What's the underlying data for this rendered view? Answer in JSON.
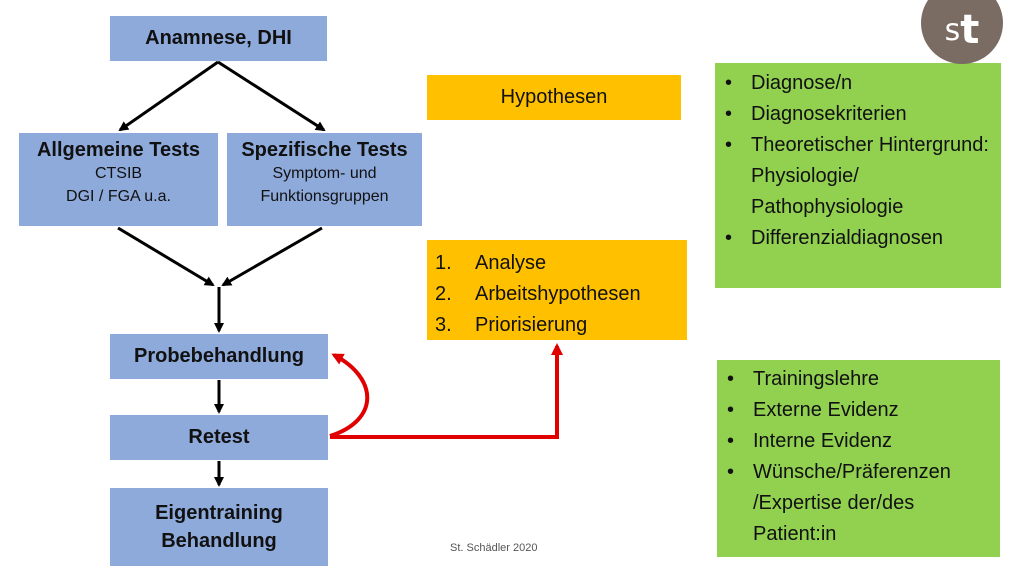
{
  "logo": {
    "text_s": "s",
    "text_t": "t"
  },
  "boxes": {
    "anamnese": "Anamnese, DHI",
    "allgemeine": {
      "title": "Allgemeine Tests",
      "line1": "CTSIB",
      "line2": "DGI / FGA u.a."
    },
    "spezifische": {
      "title": "Spezifische Tests",
      "line1": "Symptom- und",
      "line2": "Funktionsgruppen"
    },
    "probe": "Probebehandlung",
    "retest": "Retest",
    "eigen": {
      "line1": "Eigentraining",
      "line2": "Behandlung"
    },
    "hypothesen": "Hypothesen"
  },
  "steps": [
    {
      "num": "1.",
      "text": "Analyse"
    },
    {
      "num": "2.",
      "text": "Arbeitshypothesen"
    },
    {
      "num": "3.",
      "text": "Priorisierung"
    }
  ],
  "green1": {
    "bullet": "•",
    "items": [
      "Diagnose/n",
      "Diagnosekriterien",
      "Theoretischer Hintergrund: Physiologie/ Pathophysiologie",
      "Differenzialdiagnosen"
    ]
  },
  "green2": {
    "bullet": "•",
    "items": [
      "Trainingslehre",
      "Externe Evidenz",
      "Interne Evidenz",
      "Wünsche/Präferenzen /Expertise der/des Patient:in"
    ]
  },
  "footer": "St. Schädler 2020",
  "colors": {
    "blue": "#8eaadb",
    "orange": "#ffc000",
    "green": "#92d050",
    "red_arrow": "#e00000",
    "logo": "#7a6b63"
  }
}
